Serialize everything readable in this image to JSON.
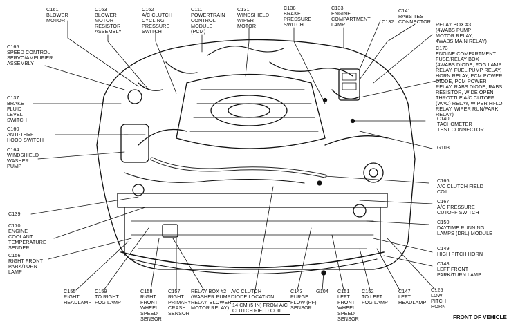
{
  "labels": {
    "c161": [
      "C161",
      "BLOWER",
      "MOTOR"
    ],
    "c163": [
      "C163",
      "BLOWER",
      "MOTOR",
      "RESISTOR",
      "ASSEMBLY"
    ],
    "c162": [
      "C162",
      "A/C CLUTCH",
      "CYCLING",
      "PRESSURE",
      "SWITCH"
    ],
    "c111": [
      "C111",
      "POWERTRAIN",
      "CONTROL",
      "MODULE",
      "(PCM)"
    ],
    "c131": [
      "C131",
      "WINDSHIELD",
      "WIPER",
      "MOTOR"
    ],
    "c138": [
      "C138",
      "BRAKE",
      "PRESSURE",
      "SWITCH"
    ],
    "c133": [
      "C133",
      "ENGINE",
      "COMPARTMENT",
      "LAMP"
    ],
    "c132": [
      "C132"
    ],
    "c141": [
      "C141",
      "RABS TEST",
      "CONNECTOR"
    ],
    "relay3": [
      "RELAY BOX #3",
      "(4WABS PUMP",
      "MOTOR RELAY,",
      "4WABS MAIN RELAY)"
    ],
    "c165": [
      "C165",
      "SPEED CONTROL",
      "SERVO/AMPLIFIER",
      "ASSEMBLY"
    ],
    "c173": [
      "C173",
      "ENGINE COMPARTMENT",
      "FUSE/RELAY BOX",
      "(4WABS DIODE, FOG LAMP",
      "RELAY, FUEL PUMP RELAY,",
      "HORN RELAY, PCM POWER",
      "DIODE, PCM POWER",
      "RELAY, RABS DIODE, RABS",
      "RESISTOR, WIDE OPEN",
      "THROTTLE A/C CUTOFF",
      "(WAC) RELAY, WIPER HI-LO",
      "RELAY, WIPER RUN/PARK",
      "RELAY)"
    ],
    "c137": [
      "C137",
      "BRAKE",
      "FLUID",
      "LEVEL",
      "SWITCH"
    ],
    "c160": [
      "C160",
      "ANTI-THEFT",
      "HOOD SWITCH"
    ],
    "c140": [
      "C140",
      "TACHOMETER",
      "TEST CONNECTOR"
    ],
    "c164": [
      "C164",
      "WINDSHIELD",
      "WASHER",
      "PUMP"
    ],
    "g103": [
      "G103"
    ],
    "c166": [
      "C166",
      "A/C CLUTCH FIELD",
      "COIL"
    ],
    "c139": [
      "C139"
    ],
    "c167": [
      "C167",
      "A/C PRESSURE",
      "CUTOFF SWITCH"
    ],
    "c170": [
      "C170",
      "ENGINE",
      "COOLANT",
      "TEMPERATURE",
      "SENDER"
    ],
    "c150": [
      "C150",
      "DAYTIME RUNNING",
      "LAMPS (DRL) MODULE"
    ],
    "c156": [
      "C156",
      "RIGHT FRONT",
      "PARK/TURN",
      "LAMP"
    ],
    "c149": [
      "C149",
      "HIGH PITCH HORN"
    ],
    "c148": [
      "C148",
      "LEFT FRONT",
      "PARK/TURN LAMP"
    ],
    "c155": [
      "C155",
      "RIGHT",
      "HEADLAMP"
    ],
    "c159": [
      "C159",
      "TO RIGHT",
      "FOG LAMP"
    ],
    "c158": [
      "C158",
      "RIGHT",
      "FRONT",
      "WHEEL",
      "SPEED",
      "SENSOR"
    ],
    "c157": [
      "C157",
      "RIGHT",
      "PRIMARY",
      "CRASH",
      "SENSOR"
    ],
    "relay2": [
      "RELAY BOX #2",
      "(WASHER PUMP",
      "RELAY, BLOWER",
      "MOTOR RELAY)"
    ],
    "diode": [
      "A/C CLUTCH",
      "DIODE LOCATION"
    ],
    "diode_box": [
      "14 CM (5 IN) FROM A/C",
      "CLUTCH FIELD COIL"
    ],
    "c143": [
      "C143",
      "PURGE",
      "FLOW (PF)",
      "SENSOR"
    ],
    "g104": [
      "G104"
    ],
    "c151": [
      "C151",
      "LEFT",
      "FRONT",
      "WHEEL",
      "SPEED",
      "SENSOR"
    ],
    "c152": [
      "C152",
      "TO LEFT",
      "FOG LAMP"
    ],
    "c147": [
      "C147",
      "LEFT",
      "HEADLAMP"
    ],
    "c125": [
      "C125",
      "LOW",
      "PITCH",
      "HORN"
    ]
  },
  "front_label": "FRONT OF VEHICLE"
}
